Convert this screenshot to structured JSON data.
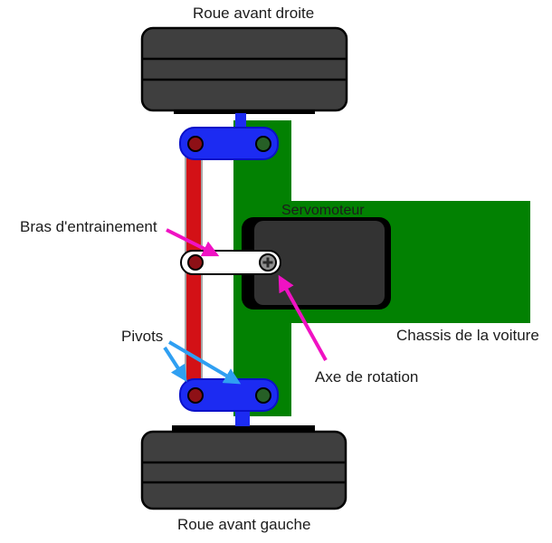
{
  "diagram": {
    "labels": {
      "front_right_wheel": "Roue avant droite",
      "front_left_wheel": "Roue avant gauche",
      "drive_arm": "Bras d'entrainement",
      "pivots": "Pivots",
      "servo": "Servomoteur",
      "chassis": "Chassis de la voiture",
      "rotation_axis": "Axe de rotation"
    }
  },
  "colors": {
    "wheel-fill": "#3f3f3f",
    "outline": "#000000",
    "link-blue": "#1c2bf2",
    "link-blue-dark": "#0a10c8",
    "bar-red": "#d31116",
    "bar-red-outline": "#a6a6a6",
    "chassis-green": "#028102",
    "pivot-dark-red": "#8e1016",
    "pivot-dark-green": "#265f26",
    "servo-outer": "#000000",
    "servo-inner": "#333333",
    "arm-white": "#ffffff",
    "axis-gray": "#8f8f8f",
    "axis-cross": "#2a2a2a",
    "arrow-magenta": "#f012c3",
    "arrow-blue": "#2f9ff2",
    "text": "#1c1c1c"
  }
}
